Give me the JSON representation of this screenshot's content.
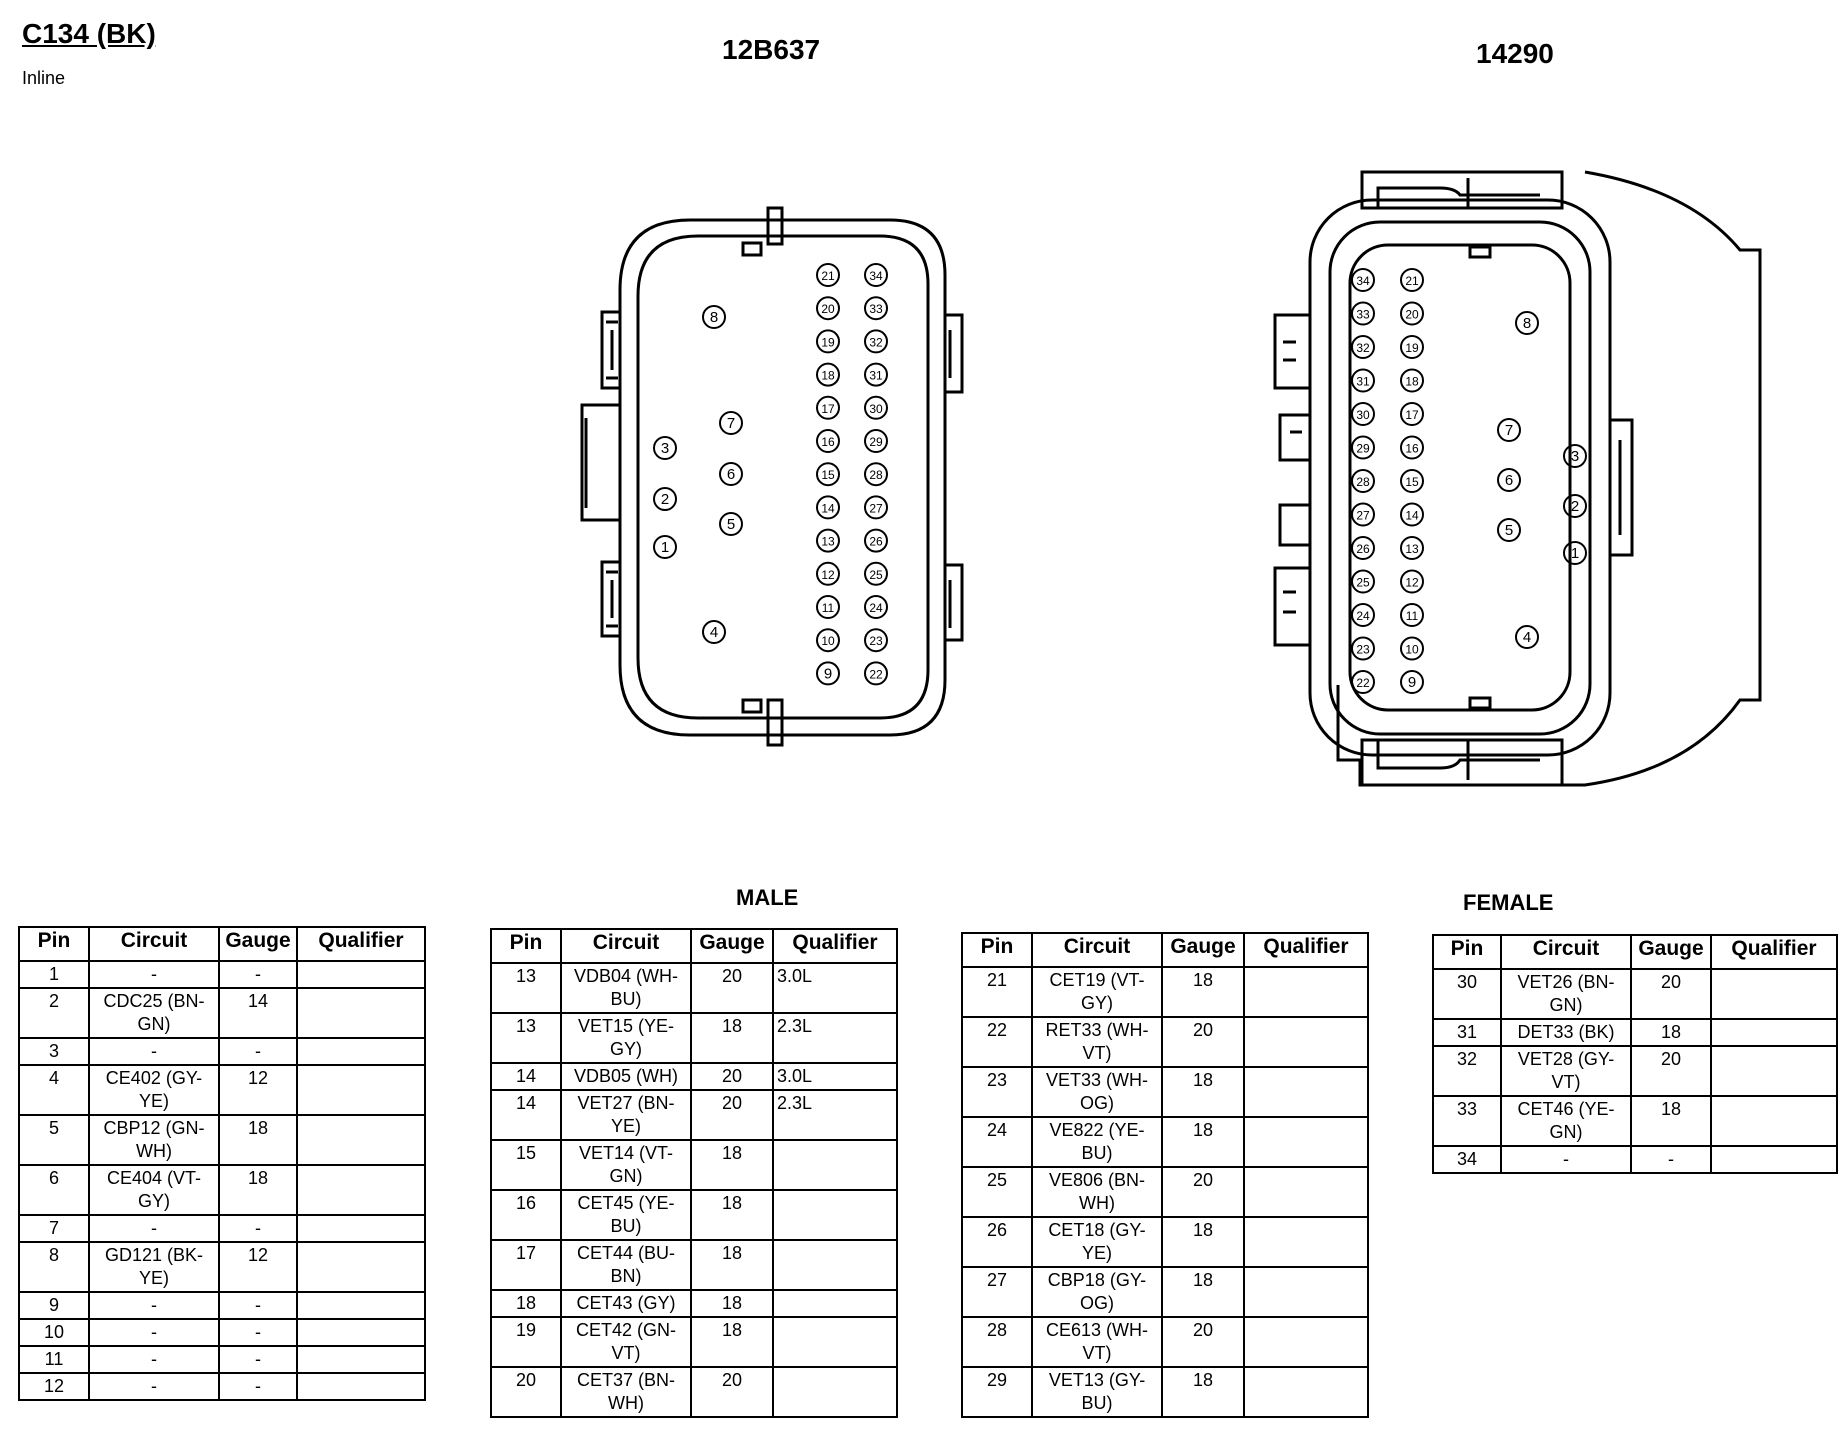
{
  "header": {
    "connector_id": "C134 (BK)",
    "connector_type": "Inline",
    "male_part_number": "12B637",
    "female_part_number": "14290"
  },
  "labels": {
    "male": "MALE",
    "female": "FEMALE"
  },
  "columns": {
    "pin": "Pin",
    "circuit": "Circuit",
    "gauge": "Gauge",
    "qualifier": "Qualifier"
  },
  "colors": {
    "line": "#000000",
    "background": "#ffffff"
  },
  "tables": [
    {
      "rows": [
        {
          "pin": "1",
          "circuit": "-",
          "gauge": "-",
          "qualifier": ""
        },
        {
          "pin": "2",
          "circuit": "CDC25 (BN-GN)",
          "gauge": "14",
          "qualifier": ""
        },
        {
          "pin": "3",
          "circuit": "-",
          "gauge": "-",
          "qualifier": ""
        },
        {
          "pin": "4",
          "circuit": "CE402 (GY-YE)",
          "gauge": "12",
          "qualifier": ""
        },
        {
          "pin": "5",
          "circuit": "CBP12 (GN-WH)",
          "gauge": "18",
          "qualifier": ""
        },
        {
          "pin": "6",
          "circuit": "CE404 (VT-GY)",
          "gauge": "18",
          "qualifier": ""
        },
        {
          "pin": "7",
          "circuit": "-",
          "gauge": "-",
          "qualifier": ""
        },
        {
          "pin": "8",
          "circuit": "GD121 (BK-YE)",
          "gauge": "12",
          "qualifier": ""
        },
        {
          "pin": "9",
          "circuit": "-",
          "gauge": "-",
          "qualifier": ""
        },
        {
          "pin": "10",
          "circuit": "-",
          "gauge": "-",
          "qualifier": ""
        },
        {
          "pin": "11",
          "circuit": "-",
          "gauge": "-",
          "qualifier": ""
        },
        {
          "pin": "12",
          "circuit": "-",
          "gauge": "-",
          "qualifier": ""
        }
      ]
    },
    {
      "rows": [
        {
          "pin": "13",
          "circuit": "VDB04 (WH-BU)",
          "gauge": "20",
          "qualifier": "3.0L"
        },
        {
          "pin": "13",
          "circuit": "VET15 (YE-GY)",
          "gauge": "18",
          "qualifier": "2.3L"
        },
        {
          "pin": "14",
          "circuit": "VDB05 (WH)",
          "gauge": "20",
          "qualifier": "3.0L"
        },
        {
          "pin": "14",
          "circuit": "VET27 (BN-YE)",
          "gauge": "20",
          "qualifier": "2.3L"
        },
        {
          "pin": "15",
          "circuit": "VET14 (VT-GN)",
          "gauge": "18",
          "qualifier": ""
        },
        {
          "pin": "16",
          "circuit": "CET45 (YE-BU)",
          "gauge": "18",
          "qualifier": ""
        },
        {
          "pin": "17",
          "circuit": "CET44 (BU-BN)",
          "gauge": "18",
          "qualifier": ""
        },
        {
          "pin": "18",
          "circuit": "CET43 (GY)",
          "gauge": "18",
          "qualifier": ""
        },
        {
          "pin": "19",
          "circuit": "CET42 (GN-VT)",
          "gauge": "18",
          "qualifier": ""
        },
        {
          "pin": "20",
          "circuit": "CET37 (BN-WH)",
          "gauge": "20",
          "qualifier": ""
        }
      ]
    },
    {
      "rows": [
        {
          "pin": "21",
          "circuit": "CET19 (VT-GY)",
          "gauge": "18",
          "qualifier": ""
        },
        {
          "pin": "22",
          "circuit": "RET33 (WH-VT)",
          "gauge": "20",
          "qualifier": ""
        },
        {
          "pin": "23",
          "circuit": "VET33 (WH-OG)",
          "gauge": "18",
          "qualifier": ""
        },
        {
          "pin": "24",
          "circuit": "VE822 (YE-BU)",
          "gauge": "18",
          "qualifier": ""
        },
        {
          "pin": "25",
          "circuit": "VE806 (BN-WH)",
          "gauge": "20",
          "qualifier": ""
        },
        {
          "pin": "26",
          "circuit": "CET18 (GY-YE)",
          "gauge": "18",
          "qualifier": ""
        },
        {
          "pin": "27",
          "circuit": "CBP18 (GY-OG)",
          "gauge": "18",
          "qualifier": ""
        },
        {
          "pin": "28",
          "circuit": "CE613 (WH-VT)",
          "gauge": "20",
          "qualifier": ""
        },
        {
          "pin": "29",
          "circuit": "VET13 (GY-BU)",
          "gauge": "18",
          "qualifier": ""
        }
      ]
    },
    {
      "rows": [
        {
          "pin": "30",
          "circuit": "VET26 (BN-GN)",
          "gauge": "20",
          "qualifier": ""
        },
        {
          "pin": "31",
          "circuit": "DET33 (BK)",
          "gauge": "18",
          "qualifier": ""
        },
        {
          "pin": "32",
          "circuit": "VET28 (GY-VT)",
          "gauge": "20",
          "qualifier": ""
        },
        {
          "pin": "33",
          "circuit": "CET46 (YE-GN)",
          "gauge": "18",
          "qualifier": ""
        },
        {
          "pin": "34",
          "circuit": "-",
          "gauge": "-",
          "qualifier": ""
        }
      ]
    }
  ],
  "connector_pins": {
    "male": [
      "8",
      "7",
      "3",
      "6",
      "2",
      "5",
      "1",
      "4",
      "21",
      "20",
      "19",
      "18",
      "17",
      "16",
      "15",
      "14",
      "13",
      "12",
      "11",
      "10",
      "9",
      "34",
      "33",
      "32",
      "31",
      "30",
      "29",
      "28",
      "27",
      "26",
      "25",
      "24",
      "23",
      "22"
    ],
    "female": [
      "34",
      "33",
      "32",
      "31",
      "30",
      "29",
      "28",
      "27",
      "26",
      "25",
      "24",
      "23",
      "22",
      "21",
      "20",
      "19",
      "18",
      "17",
      "16",
      "15",
      "14",
      "13",
      "12",
      "11",
      "10",
      "9",
      "8",
      "7",
      "6",
      "5",
      "4",
      "3",
      "2",
      "1"
    ]
  }
}
